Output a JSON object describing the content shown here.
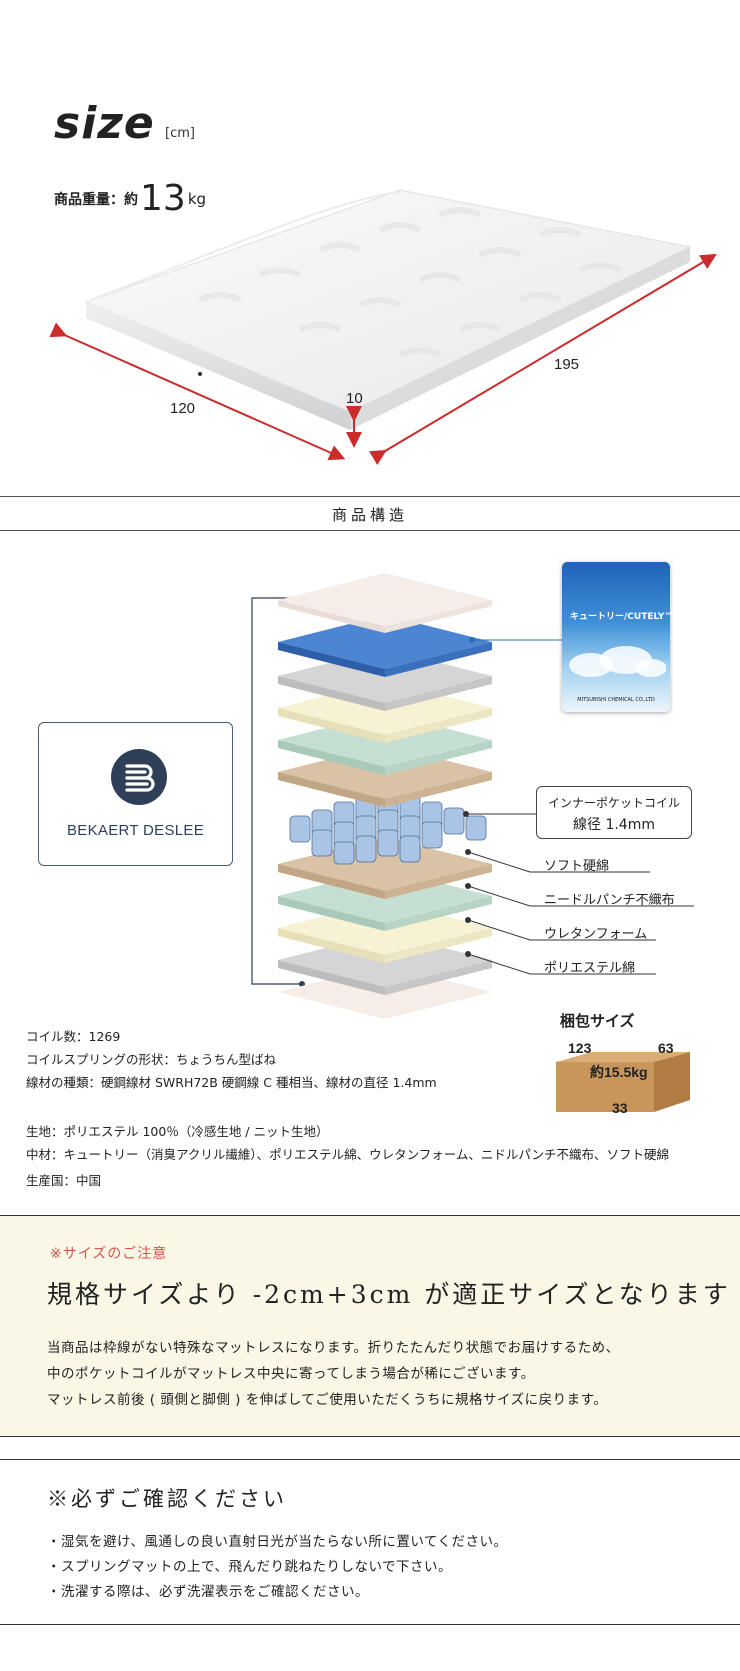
{
  "size_section": {
    "title": "size",
    "unit": "[cm]",
    "weight_label": "商品重量：約",
    "weight_value": "13",
    "weight_unit": "kg",
    "dim_width": "120",
    "dim_length": "195",
    "dim_thickness": "10"
  },
  "structure_section": {
    "title": "商品構造",
    "brand": "BEKAERT DESLEE",
    "product_package": {
      "name": "キュートリー/CUTELY™",
      "maker": "MITSUBISHI CHEMICAL CO.,LTD"
    },
    "coil_callout": {
      "line1": "インナーポケットコイル",
      "line2": "線径 1.4mm"
    },
    "layer_labels": [
      "ソフト硬綿",
      "ニードルパンチ不織布",
      "ウレタンフォーム",
      "ポリエステル綿"
    ],
    "packing": {
      "title": "梱包サイズ",
      "w": "123",
      "d": "63",
      "weight": "約15.5kg",
      "h": "33"
    },
    "colors": {
      "layer_top": "#f6ece8",
      "layer_blue": "#4c86d3",
      "layer_gray": "#d5d5d5",
      "layer_cream": "#f7f2d3",
      "layer_green": "#c6dfd3",
      "layer_tan": "#d9c2a6",
      "box": "#c8955a",
      "arrow": "#cc2b2b"
    }
  },
  "specs": [
    "コイル数：1269",
    "コイルスプリングの形状：ちょうちん型ばね",
    "線材の種類：硬鋼線材 SWRH72B 硬鋼線 C 種相当、線材の直径 1.4mm",
    "生地：ポリエステル 100％（冷感生地 / ニット生地）",
    "中材：キュートリー（消臭アクリル繊維）、ポリエステル綿、ウレタンフォーム、ニドルパンチ不織布、ソフト硬綿",
    "生産国：中国"
  ],
  "notice_size": {
    "label": "※サイズのご注意",
    "headline": "規格サイズより -2cm+3cm が適正サイズとなります",
    "lines": [
      "当商品は枠線がない特殊なマットレスになります。折りたたんだり状態でお届けするため、",
      "中のポケットコイルがマットレス中央に寄ってしまう場合が稀にございます。",
      "マットレス前後 ( 頭側と脚側 ) を伸ばしてご使用いただくうちに規格サイズに戻ります。"
    ]
  },
  "notice_confirm": {
    "headline": "※必ずご確認ください",
    "items": [
      "・湿気を避け、風通しの良い直射日光が当たらない所に置いてください。",
      "・スプリングマットの上で、飛んだり跳ねたりしないで下さい。",
      "・洗濯する際は、必ず洗濯表示をご確認ください。"
    ]
  }
}
